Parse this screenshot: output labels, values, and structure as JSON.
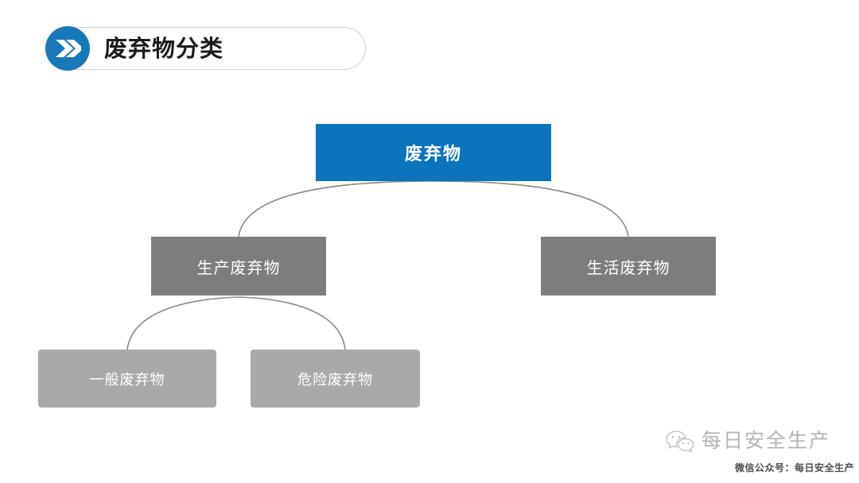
{
  "slide": {
    "title": "废弃物分类",
    "badge_icon": "double-chevron-right-icon",
    "accent_color": "#1878ba"
  },
  "diagram": {
    "type": "tree",
    "root": {
      "label": "废弃物",
      "color": "#0b74bd"
    },
    "level2": [
      {
        "label": "生产废弃物",
        "color": "#7d7d7d"
      },
      {
        "label": "生活废弃物",
        "color": "#7d7d7d"
      }
    ],
    "level3": [
      {
        "label": "一般废弃物",
        "color": "#a9a9a9"
      },
      {
        "label": "危险废弃物",
        "color": "#a9a9a9"
      }
    ],
    "connector_color": "#8a8a8a"
  },
  "watermark": {
    "logo_icon": "wechat-icon",
    "brand": "每日安全生产",
    "caption": "微信公众号：每日安全生产"
  }
}
